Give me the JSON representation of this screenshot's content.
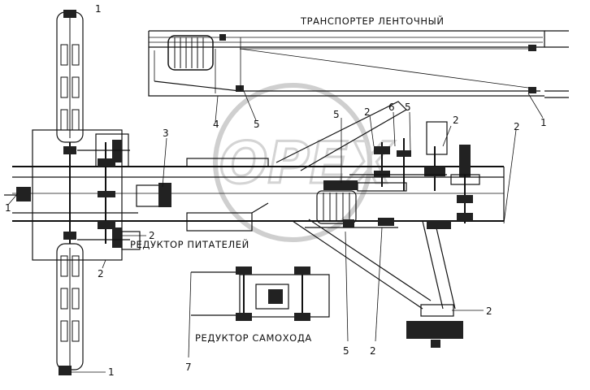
{
  "captions": {
    "conveyor": "ТРАНСПОРТЕР ЛЕНТОЧНЫЙ",
    "feeder_reducer": "РЕДУКТОР ПИТАТЕЛЕЙ",
    "drive_reducer": "РЕДУКТОР САМОХОДА"
  },
  "watermark": "OPEX",
  "callouts": {
    "c_top_left_1": "1",
    "c_top_4": "4",
    "c_top_5": "5",
    "c_right_top_1": "1",
    "c_mid_3": "3",
    "c_mid_5": "5",
    "c_mid_2": "2",
    "c_mid_6": "6",
    "c_mid_5b": "5",
    "c_right_2a": "2",
    "c_right_2b": "2",
    "c_left_1": "1",
    "c_feeder_2": "2",
    "c_feeder_2b": "2",
    "c_bottom_5": "5",
    "c_bottom_2": "2",
    "c_bottom_right_2": "2",
    "c_drive_7": "7",
    "c_bottom_1": "1"
  }
}
